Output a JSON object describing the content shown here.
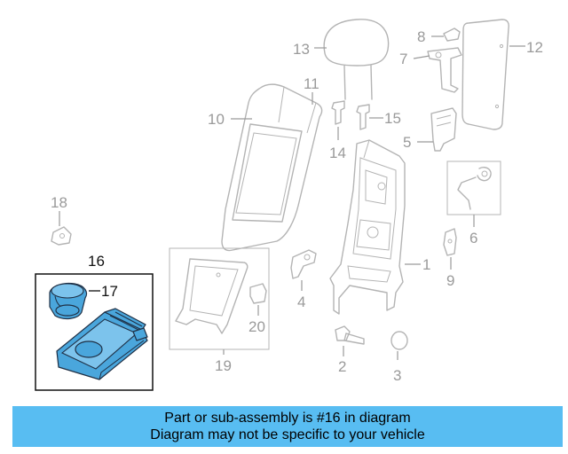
{
  "callouts": {
    "c1": "1",
    "c2": "2",
    "c3": "3",
    "c4": "4",
    "c5": "5",
    "c6": "6",
    "c7": "7",
    "c8": "8",
    "c9": "9",
    "c10": "10",
    "c11": "11",
    "c12": "12",
    "c13": "13",
    "c14": "14",
    "c15": "15",
    "c16": "16",
    "c17": "17",
    "c18": "18",
    "c19": "19",
    "c20": "20"
  },
  "highlight": {
    "part_number": "16",
    "color": "#4aa6dc"
  },
  "banner": {
    "line1": "Part or sub-assembly is #16 in diagram",
    "line2": "Diagram may not be specific to your vehicle",
    "background": "#58bdf2"
  }
}
